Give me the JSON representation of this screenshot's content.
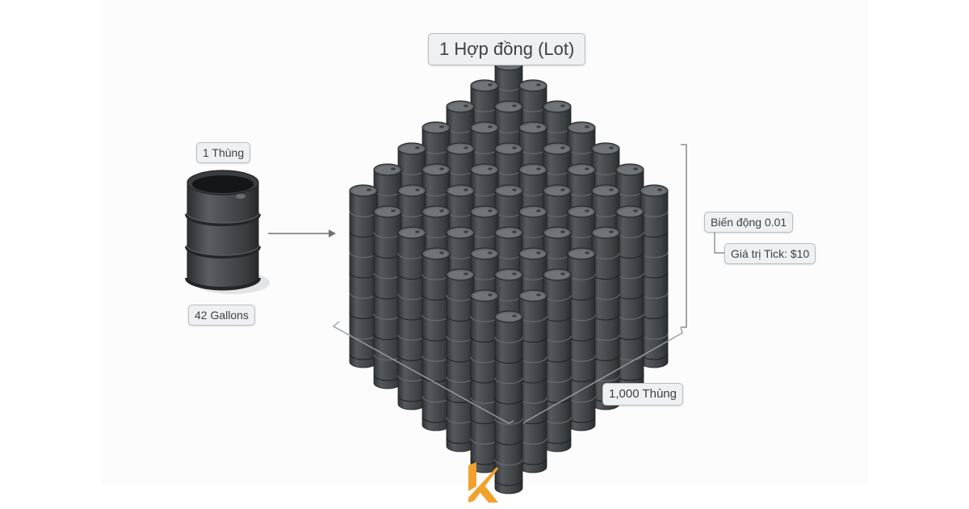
{
  "title": "1 Hợp đồng (Lot)",
  "single_barrel": {
    "top_label": "1 Thùng",
    "bottom_label": "42 Gallons"
  },
  "stack": {
    "count_label": "1,000 Thùng",
    "price_move_label": "Biến động 0.01",
    "tick_value_label": "Giá trị Tick: $10"
  },
  "colors": {
    "barrel_body": "#4a4e52",
    "barrel_top": "#6a6e72",
    "barrel_dark": "#2e3134",
    "label_bg": "#eef0f2",
    "label_border": "#b9bdc2",
    "bracket": "#8d9195",
    "logo": "#f2a12c"
  },
  "icons": {
    "arrow": "arrow-right-icon",
    "logo": "k-logo-icon"
  }
}
